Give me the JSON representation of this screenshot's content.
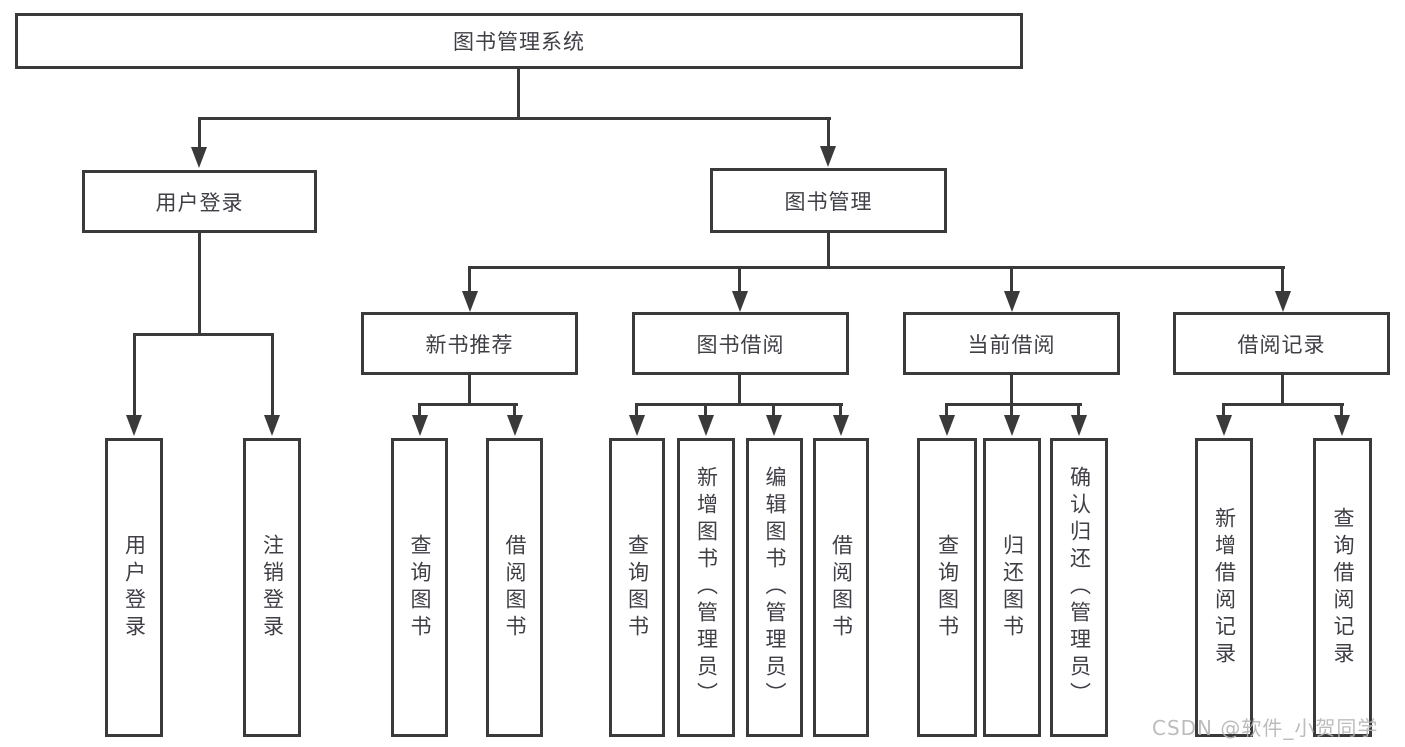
{
  "watermark": "CSDN @软件_小贺同学",
  "colors": {
    "line": "#3a3a3a",
    "text": "#3f3f46",
    "box_background": "#ffffff",
    "watermark": "#b5b5b5",
    "page_background": "#ffffff"
  },
  "tree": {
    "root": {
      "label": "图书管理系统"
    },
    "children": [
      {
        "label": "用户登录",
        "children": [
          {
            "label": "用户登录"
          },
          {
            "label": "注销登录"
          }
        ]
      },
      {
        "label": "图书管理",
        "children": [
          {
            "label": "新书推荐",
            "children": [
              {
                "label": "查询图书"
              },
              {
                "label": "借阅图书"
              }
            ]
          },
          {
            "label": "图书借阅",
            "children": [
              {
                "label": "查询图书"
              },
              {
                "label": "新增图书（管理员）"
              },
              {
                "label": "编辑图书（管理员）"
              },
              {
                "label": "借阅图书"
              }
            ]
          },
          {
            "label": "当前借阅",
            "children": [
              {
                "label": "查询图书"
              },
              {
                "label": "归还图书"
              },
              {
                "label": "确认归还（管理员）"
              }
            ]
          },
          {
            "label": "借阅记录",
            "children": [
              {
                "label": "新增借阅记录"
              },
              {
                "label": "查询借阅记录"
              }
            ]
          }
        ]
      }
    ]
  }
}
